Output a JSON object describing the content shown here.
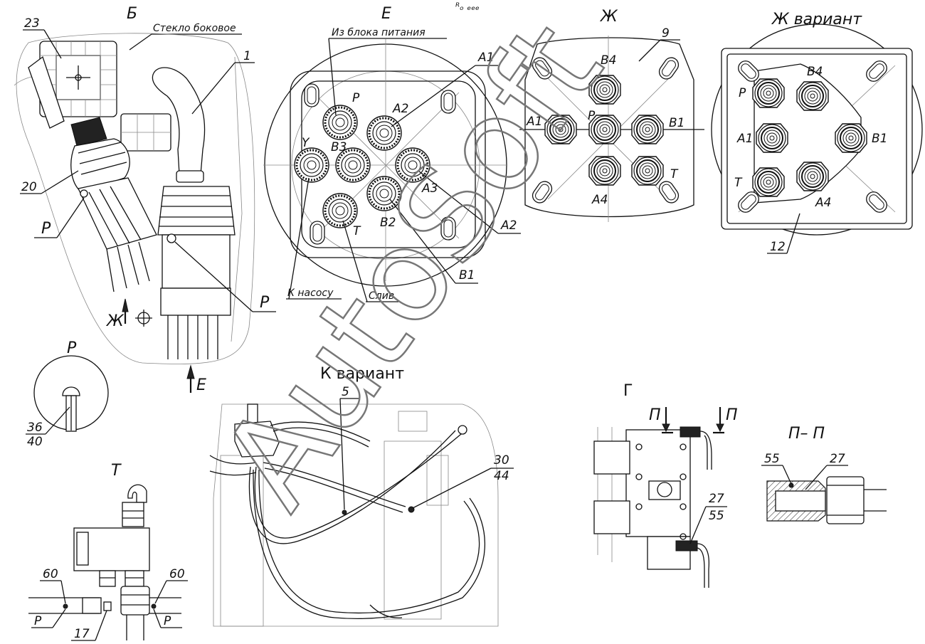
{
  "views": {
    "B": {
      "title": "Б",
      "glass_label": "Стекло боковое",
      "callouts": [
        "23",
        "1",
        "20"
      ],
      "section_marks": [
        "Р",
        "Р"
      ],
      "arrow_zh": "Ж",
      "arrow_e": "Е"
    },
    "E": {
      "title": "Е",
      "power_label": "Из блока питания",
      "pump_label": "К насосу",
      "drain_label": "Слив",
      "ports": [
        "Р",
        "Y",
        "В3",
        "А2",
        "А3",
        "В2",
        "Т",
        "А1",
        "А2",
        "В1"
      ]
    },
    "ZH": {
      "title": "Ж",
      "callout": "9",
      "ports": [
        "В4",
        "А1",
        "Р",
        "В1",
        "Т",
        "А4"
      ]
    },
    "ZHV": {
      "title": "Ж вариант",
      "callout": "12",
      "ports": [
        "Р",
        "В4",
        "А1",
        "В1",
        "Т",
        "А4"
      ]
    },
    "P": {
      "title": "Р",
      "callouts": [
        "36",
        "40"
      ]
    },
    "T": {
      "title": "Т",
      "callouts": [
        "60",
        "60",
        "Р",
        "Р",
        "17"
      ]
    },
    "K": {
      "title": "К вариант",
      "callouts": [
        "5",
        "30",
        "44"
      ]
    },
    "G": {
      "title": "Г",
      "section_marks": [
        "П",
        "П"
      ],
      "callouts": [
        "27",
        "55"
      ]
    },
    "PP": {
      "title": "П– П",
      "callouts": [
        "55",
        "27"
      ]
    }
  },
  "watermark": "AutoSoft",
  "top_tiny_text": "ᴿₒ ₑₑₑ"
}
